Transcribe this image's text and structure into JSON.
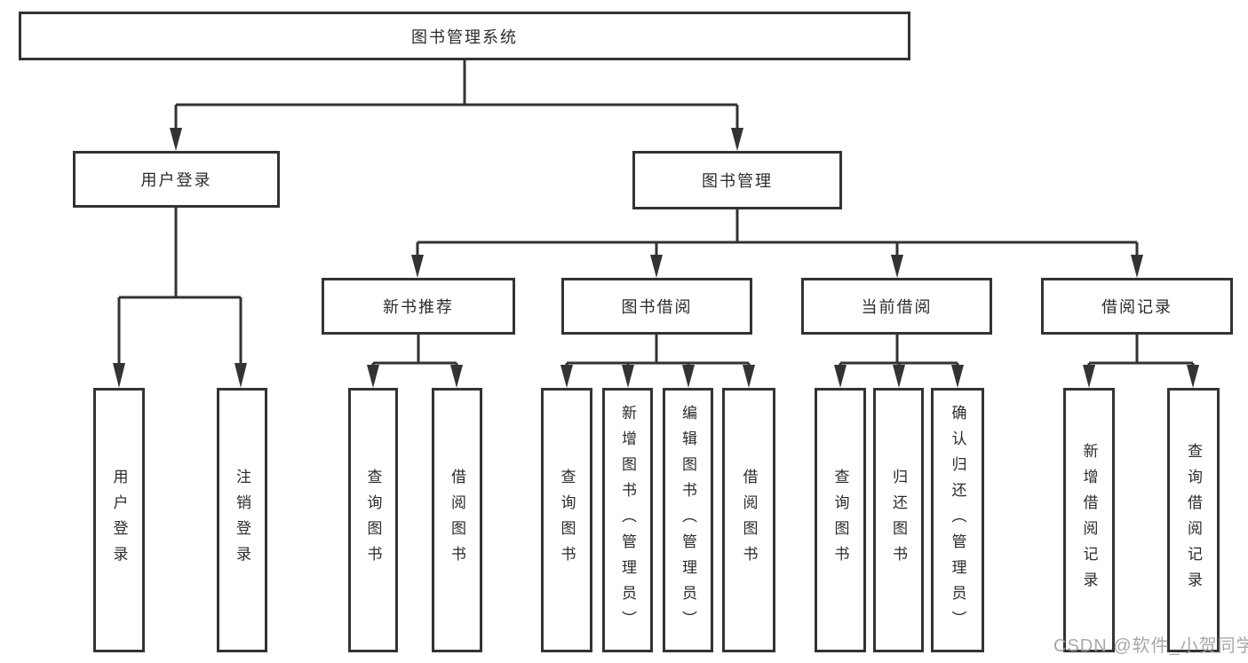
{
  "diagram": {
    "root": {
      "label": "图书管理系统"
    },
    "level2": [
      {
        "label": "用户登录"
      },
      {
        "label": "图书管理"
      }
    ],
    "level3": [
      {
        "label": "新书推荐"
      },
      {
        "label": "图书借阅"
      },
      {
        "label": "当前借阅"
      },
      {
        "label": "借阅记录"
      }
    ],
    "leaves": {
      "user_login": [
        {
          "label": "用户登录"
        },
        {
          "label": "注销登录"
        }
      ],
      "new_book": [
        {
          "label": "查询图书"
        },
        {
          "label": "借阅图书"
        }
      ],
      "book_borrow": [
        {
          "label": "查询图书"
        },
        {
          "label": "新增图书（管理员）"
        },
        {
          "label": "编辑图书（管理员）"
        },
        {
          "label": "借阅图书"
        }
      ],
      "current_borrow": [
        {
          "label": "查询图书"
        },
        {
          "label": "归还图书"
        },
        {
          "label": "确认归还（管理员）"
        }
      ],
      "borrow_record": [
        {
          "label": "新增借阅记录"
        },
        {
          "label": "查询借阅记录"
        }
      ]
    }
  },
  "watermark": {
    "text": "CSDN @软件_小贺同学"
  },
  "colors": {
    "line": "#333333",
    "text": "#2b2b2b",
    "background": "#ffffff",
    "watermark": "#9b9ea3"
  }
}
